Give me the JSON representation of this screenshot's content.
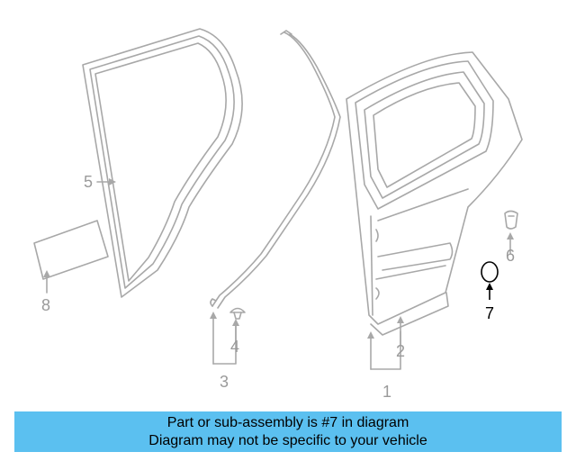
{
  "callouts": {
    "c1": "1",
    "c2": "2",
    "c3": "3",
    "c4": "4",
    "c5": "5",
    "c6": "6",
    "c7": "7",
    "c8": "8"
  },
  "highlighted_part": "7",
  "colors": {
    "line": "#a8a8a8",
    "highlight": "#000000",
    "banner_bg": "#5bc0f0"
  },
  "banner": {
    "line1": "Part or sub-assembly is #7 in diagram",
    "line2": "Diagram may not be specific to your vehicle"
  }
}
